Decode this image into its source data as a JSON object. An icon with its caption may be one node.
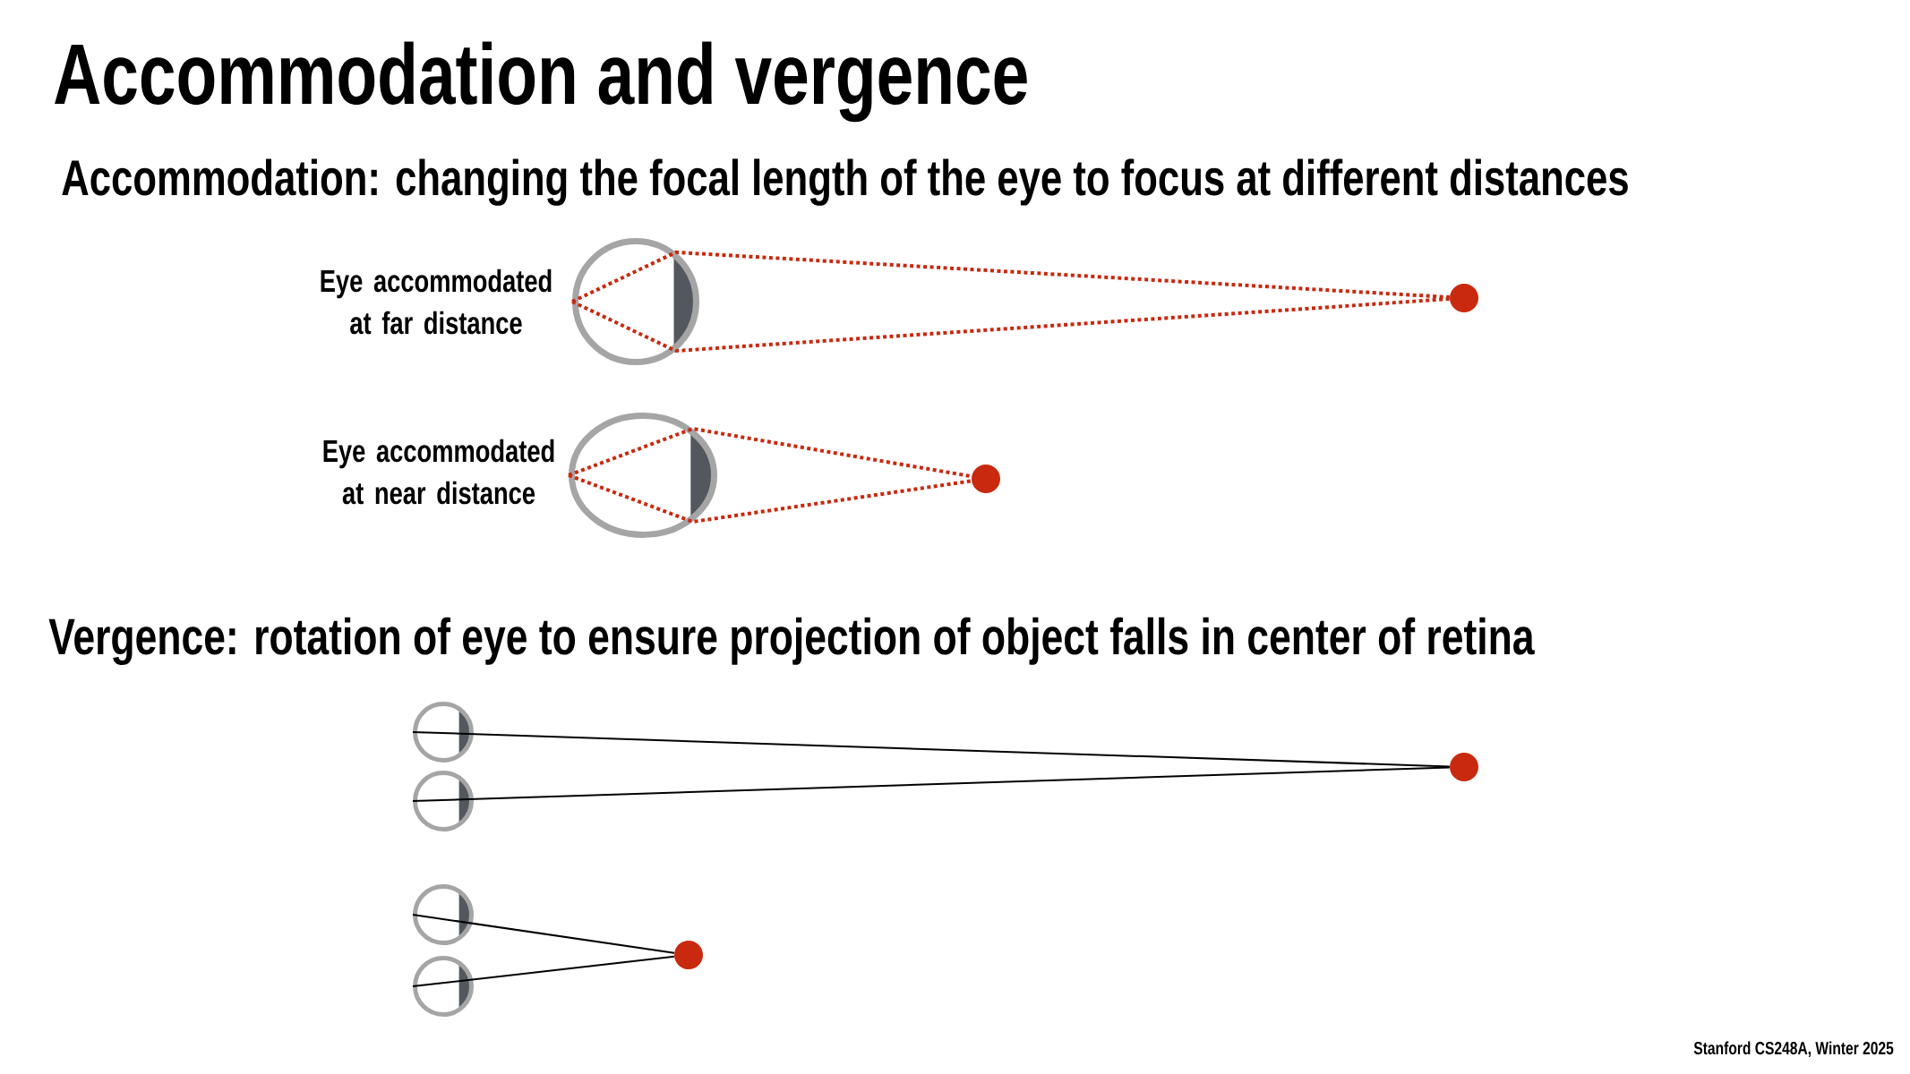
{
  "diagram": {
    "title": "Accommodation and vergence",
    "nodes": [
      {
        "text": [],
        "shape": "circle",
        "beside": [
          "Eye accommodated at far distance"
        ]
      },
      {
        "text": [],
        "shape": "circle"
      },
      {
        "text": [],
        "shape": "circle",
        "beside": [
          "Eye accommodated at near distance"
        ]
      },
      {
        "text": [],
        "shape": "circle"
      },
      {
        "text": [],
        "shape": "circle"
      },
      {
        "text": [],
        "shape": "circle"
      },
      {
        "text": [],
        "shape": "circle"
      },
      {
        "text": [],
        "shape": "circle"
      },
      {
        "text": [],
        "shape": "circle"
      },
      {
        "text": [],
        "shape": "circle"
      }
    ],
    "edges": [
      {
        "from": 0,
        "to": 1,
        "arrow": "none",
        "style": "dashed",
        "color": "#c8290f"
      },
      {
        "from": 0,
        "to": 1,
        "arrow": "none",
        "style": "dashed",
        "color": "#c8290f"
      },
      {
        "from": 2,
        "to": 3,
        "arrow": "none",
        "style": "dashed",
        "color": "#c8290f"
      },
      {
        "from": 2,
        "to": 3,
        "arrow": "none",
        "style": "dashed",
        "color": "#c8290f"
      },
      {
        "from": 4,
        "to": 6,
        "arrow": "none",
        "color": "#000000"
      },
      {
        "from": 5,
        "to": 6,
        "arrow": "none",
        "color": "#000000"
      },
      {
        "from": 7,
        "to": 9,
        "arrow": "none",
        "color": "#000000"
      },
      {
        "from": 8,
        "to": 9,
        "arrow": "none",
        "color": "#000000"
      }
    ],
    "labels": [
      "Accommodation: changing the focal length of the eye to focus at different distances",
      "Vergence: rotation of eye to ensure projection of object falls in center of retina",
      "Stanford CS248A, Winter 2025"
    ]
  }
}
